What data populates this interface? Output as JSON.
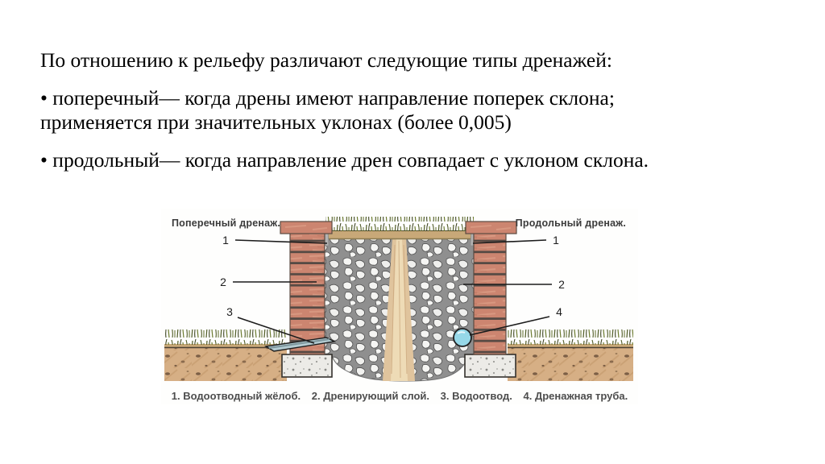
{
  "slide": {
    "background": "#ffffff",
    "paragraphs": [
      "По отношению к рельефу различают следующие типы дренажей:",
      "• поперечный— когда дрены имеют направление поперек склона;\nприменяется при значительных уклонах (более 0,005)",
      "• продольный— когда направление дрен совпадает с уклоном склона."
    ]
  },
  "figure": {
    "label_left": "Поперечный дренаж.",
    "label_right": "Продольный дренаж.",
    "callouts": {
      "left": [
        "1",
        "2",
        "3"
      ],
      "right": [
        "1",
        "2",
        "4"
      ]
    },
    "caption_items": [
      "1. Водоотводный жёлоб.",
      "2. Дренирующий слой.",
      "3. Водоотвод.",
      "4. Дренажная труба."
    ],
    "colors": {
      "brick": "#cc8570",
      "brick_mortar": "#564a44",
      "gravel_bg": "#8f8f8f",
      "stone": "#f5f5f3",
      "sand": "#e0c49d",
      "soil": "#d6af85",
      "turf": "#c8a878",
      "concrete": "#ecebe7",
      "trough": "#b4ccd2",
      "pipe": "#96d8e8"
    }
  }
}
